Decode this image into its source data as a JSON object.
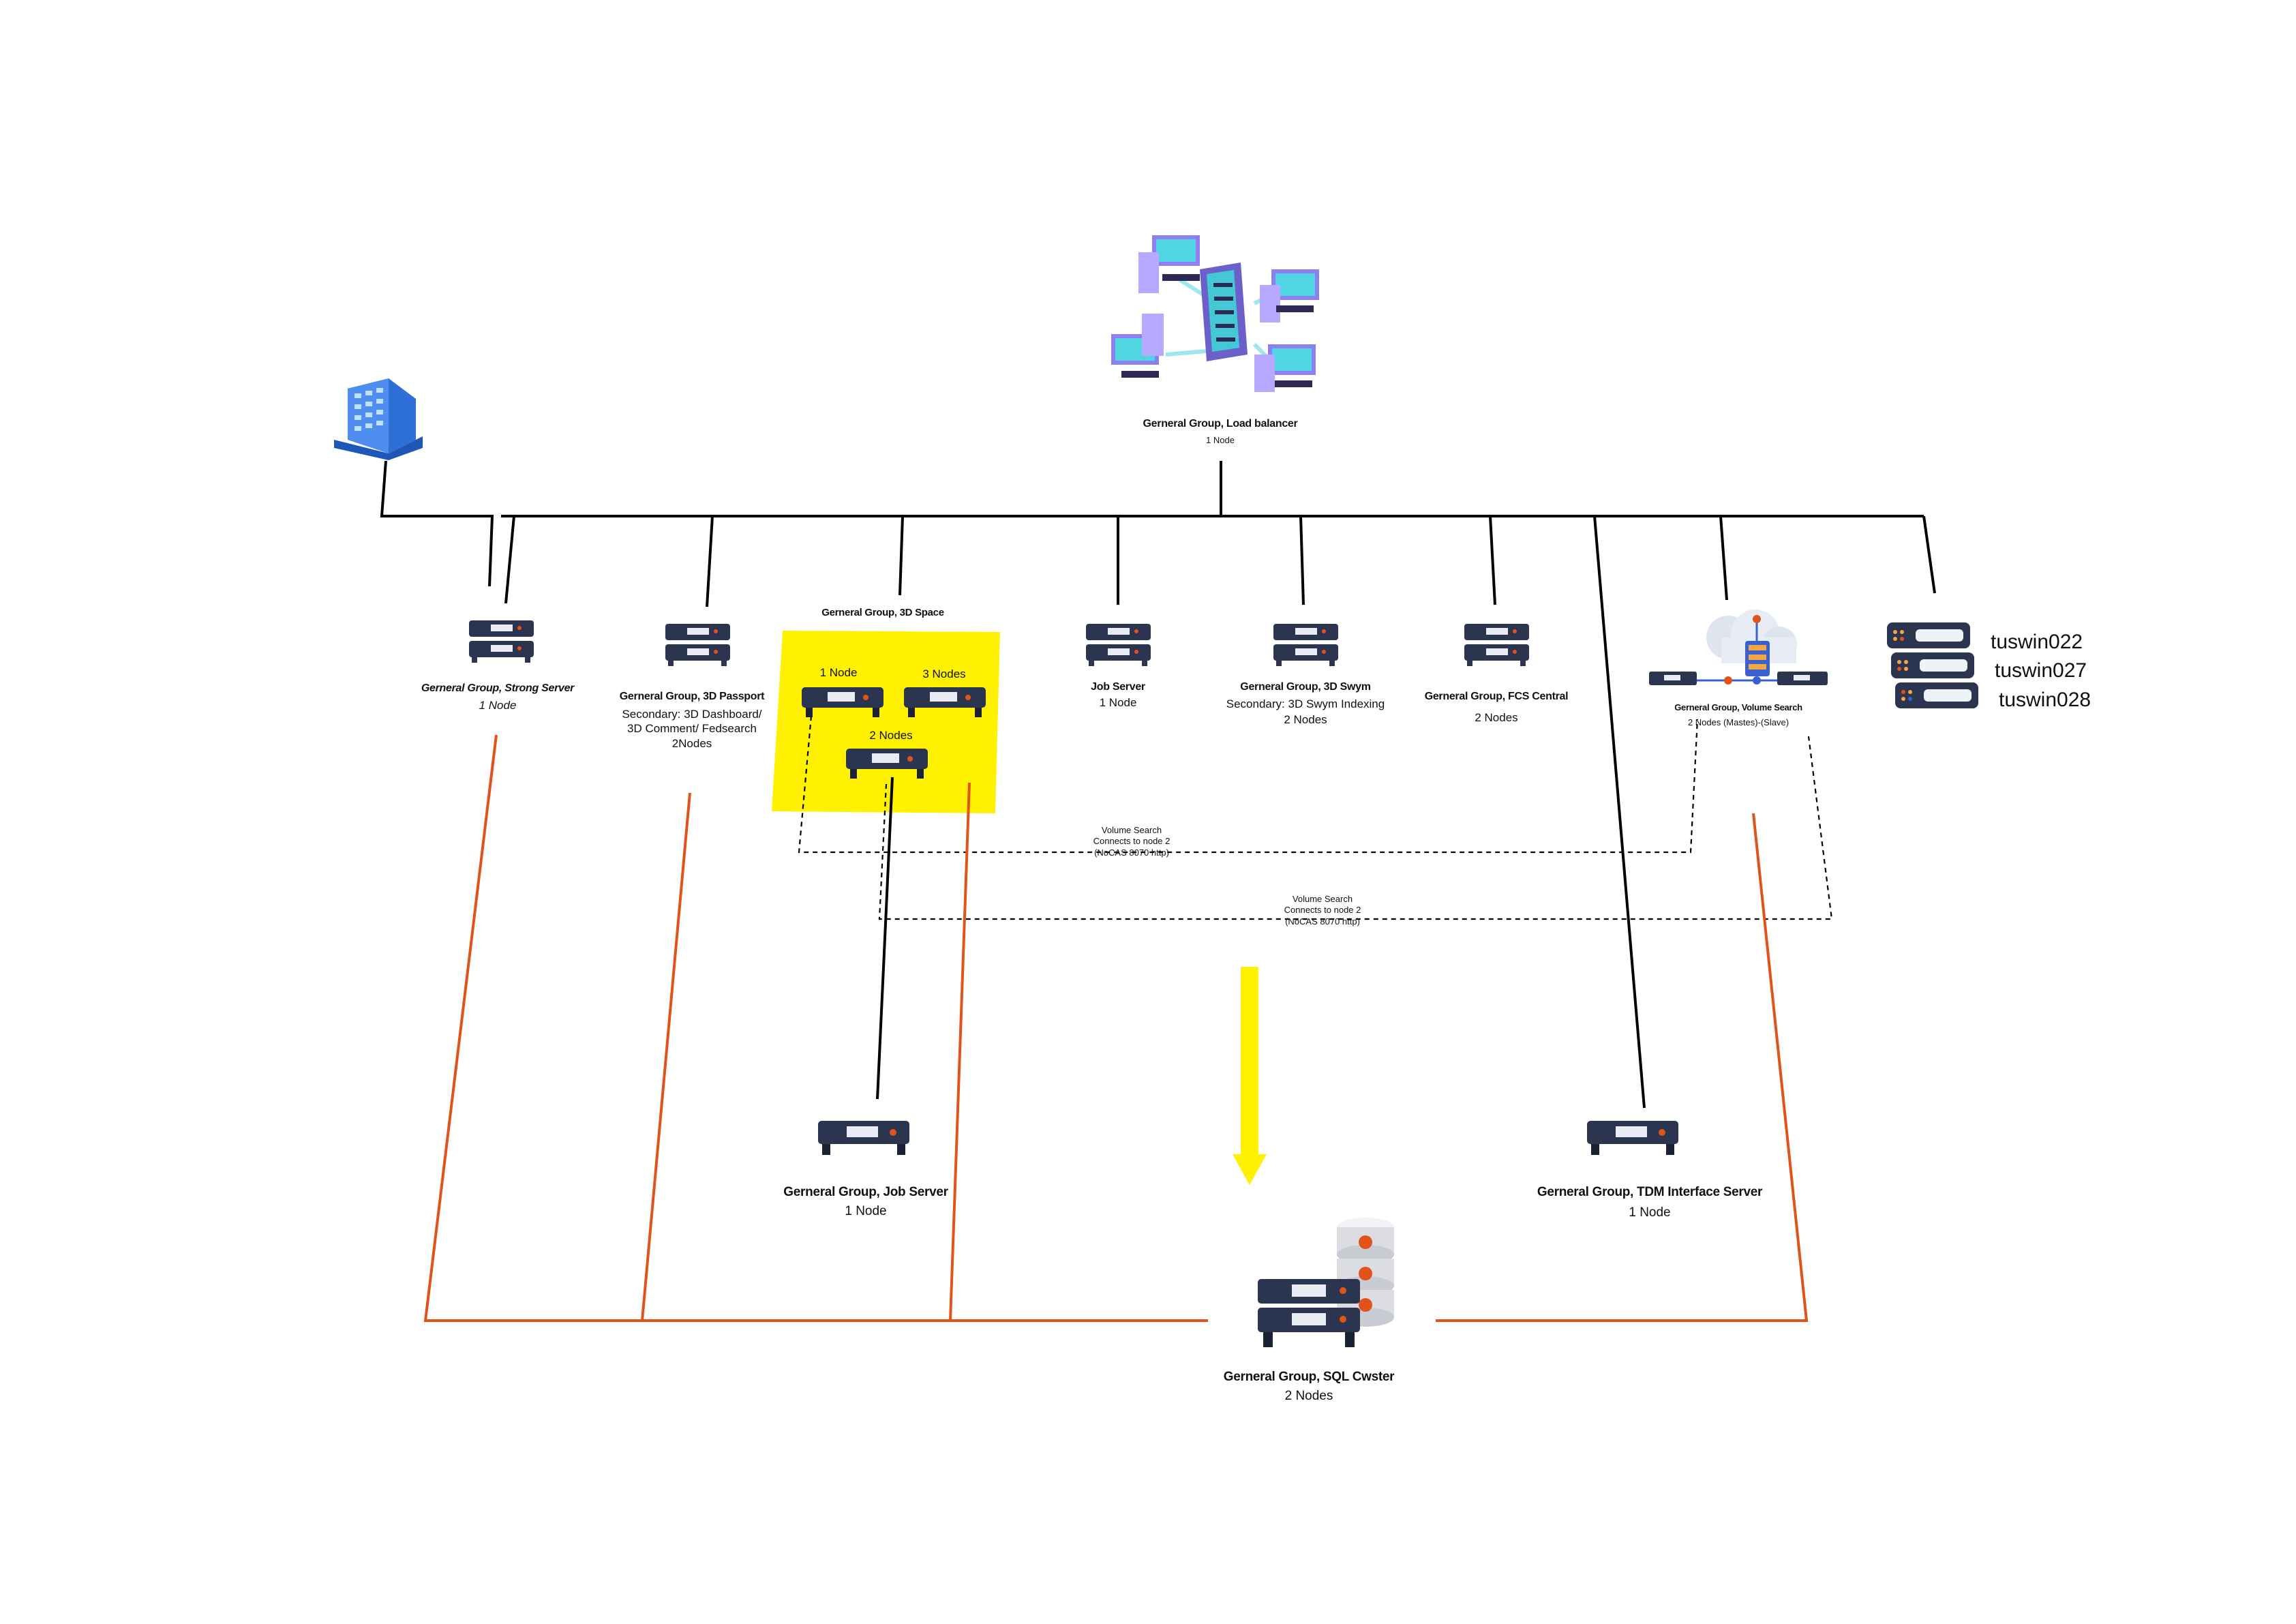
{
  "load_balancer": {
    "title": "Gerneral Group, Load balancer",
    "nodes": "1 Node"
  },
  "strong_server": {
    "title": "Gerneral Group, Strong Server",
    "nodes": "1 Node"
  },
  "passport": {
    "title": "Gerneral Group, 3D Passport",
    "secondary_1": "Secondary: 3D Dashboard/",
    "secondary_2": "3D Comment/ Fedsearch",
    "nodes": "2Nodes"
  },
  "space": {
    "title": "Gerneral Group, 3D Space",
    "node_a": "1 Node",
    "node_b": "3 Nodes",
    "node_c": "2 Nodes"
  },
  "job_server_top": {
    "title": "Job Server",
    "nodes": "1 Node"
  },
  "swym": {
    "title": "Gerneral Group, 3D Swym",
    "secondary": "Secondary: 3D Swym Indexing",
    "nodes": "2 Nodes"
  },
  "fcs": {
    "title": "Gerneral Group, FCS  Central",
    "nodes": "2 Nodes"
  },
  "volume_search": {
    "title": "Gerneral Group, Volume Search",
    "nodes": "2 Nodes (Mastes)-(Slave)"
  },
  "hosts": [
    "tuswin022",
    "tuswin027",
    "tuswin028"
  ],
  "connection_1": {
    "line1": "Volume Search",
    "line2": "Connects to node 2",
    "line3": "(NoCAS 8070 http)"
  },
  "connection_2": {
    "line1": "Volume Search",
    "line2": "Connects to node 2",
    "line3": "(NoCAS 8070 http)"
  },
  "job_server_bottom": {
    "title": "Gerneral Group, Job Server",
    "nodes": "1 Node"
  },
  "tdm": {
    "title": "Gerneral Group, TDM  Interface Server",
    "nodes": "1 Node"
  },
  "sql": {
    "title": "Gerneral Group, SQL Cwster",
    "nodes": "2 Nodes"
  },
  "colors": {
    "bus": "#000000",
    "db_link": "#e2531a",
    "highlight": "#fff100",
    "arrow": "#fff100",
    "server_body": "#2c3550"
  },
  "icons": [
    "building-icon",
    "load-balancer-network-icon",
    "server-icon",
    "database-icon",
    "cloud-network-icon",
    "rack-server-icon",
    "down-arrow-icon"
  ]
}
